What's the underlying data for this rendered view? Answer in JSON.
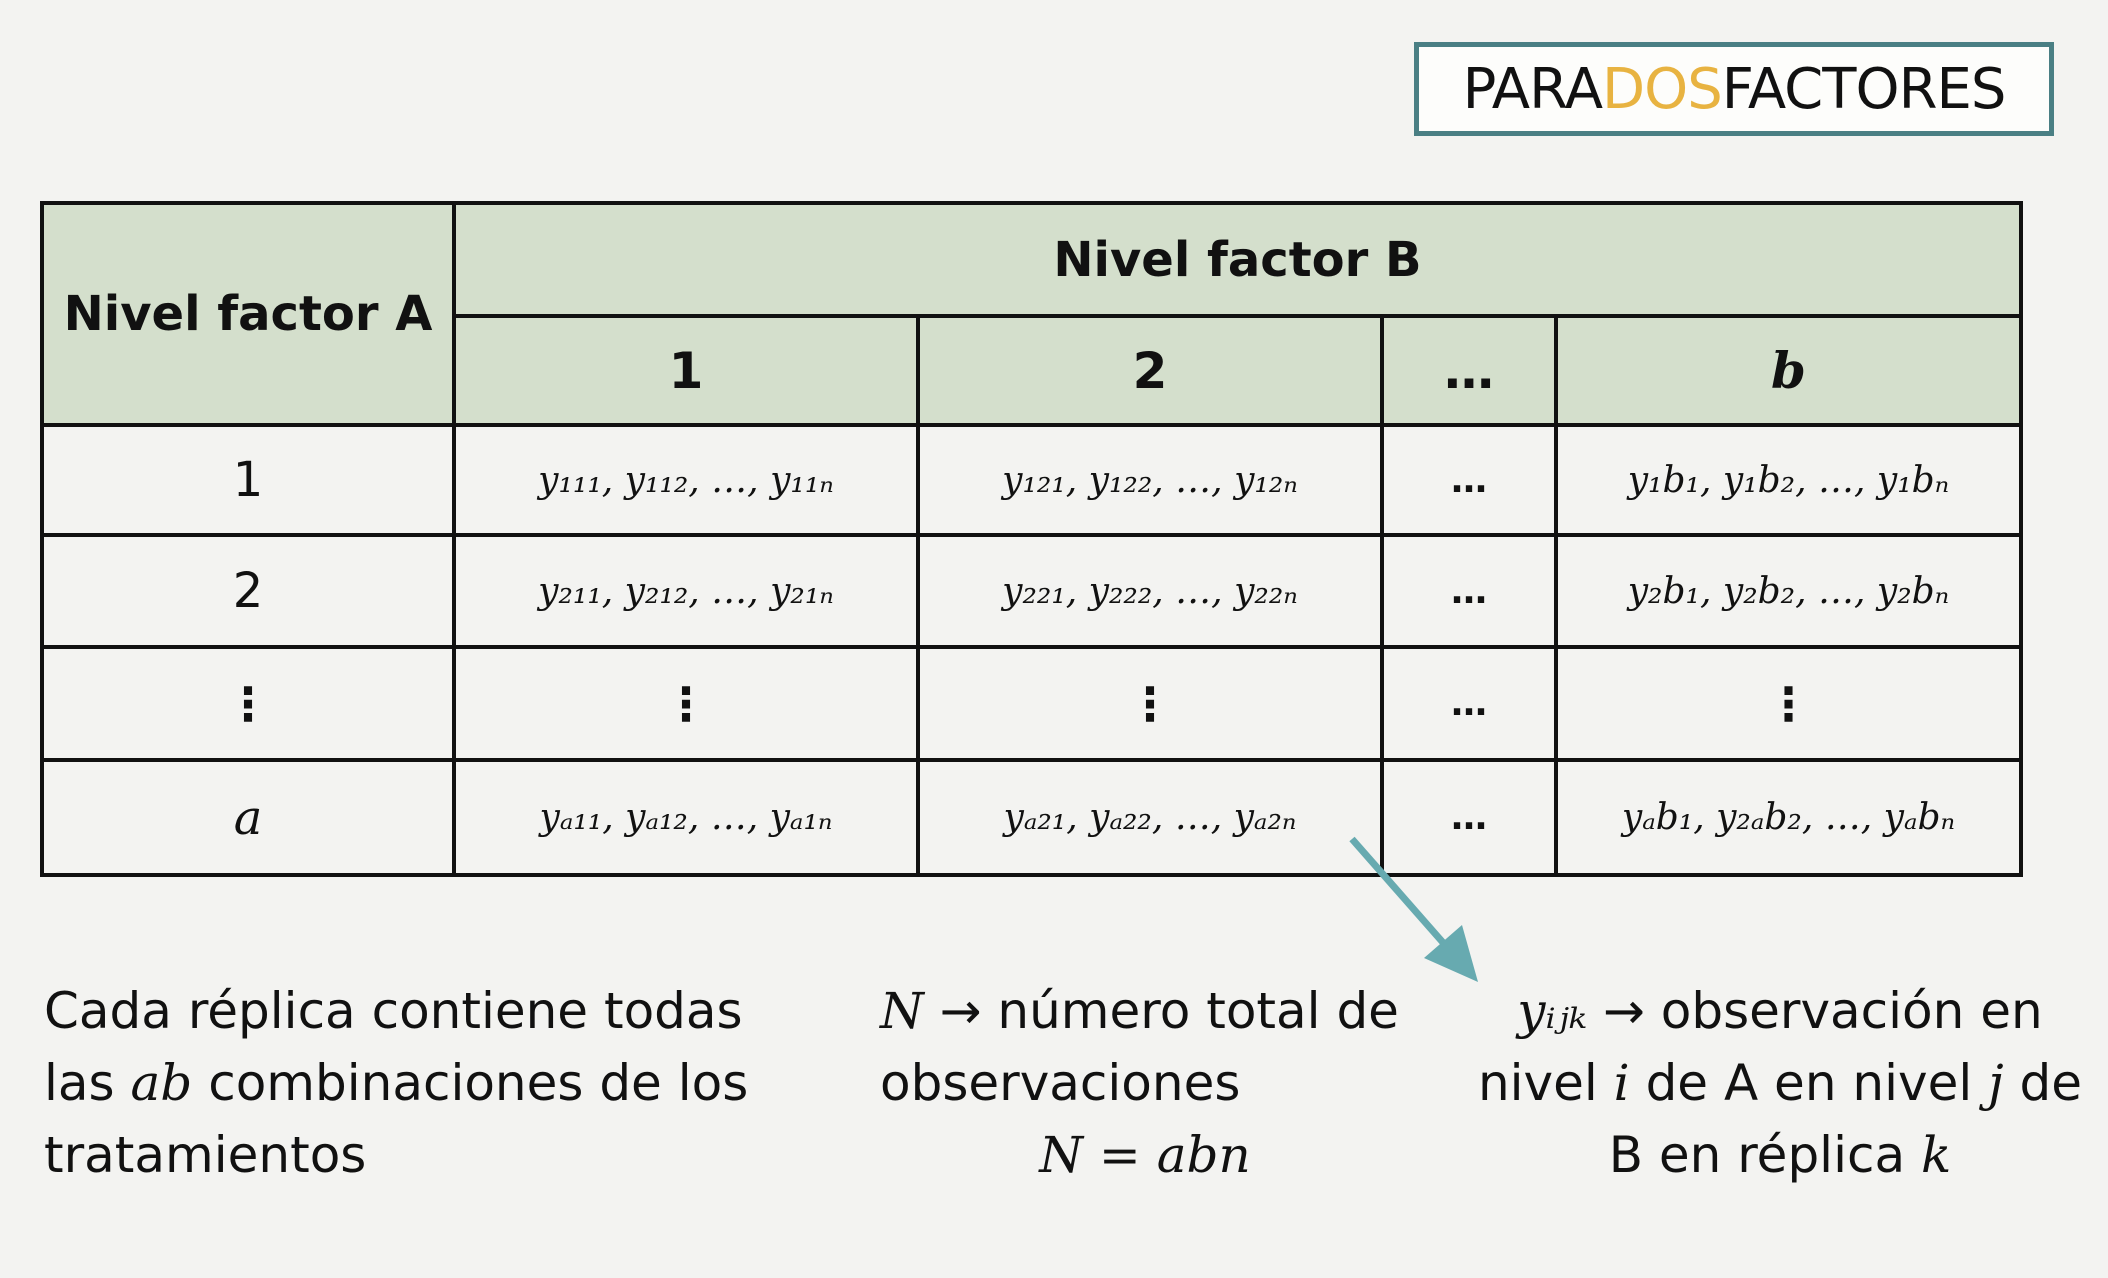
{
  "title": {
    "pre": "PARA ",
    "accent": "DOS",
    "post": " FACTORES",
    "accent_color": "#e8b341"
  },
  "table": {
    "header_a": "Nivel factor A",
    "header_b": "Nivel factor B",
    "col_levels": [
      "1",
      "2",
      "…",
      "b"
    ],
    "rows": [
      {
        "label": "1",
        "cells": [
          "y₁₁₁, y₁₁₂, …, y₁₁ₙ",
          "y₁₂₁, y₁₂₂, …, y₁₂ₙ",
          "…",
          "y₁b₁, y₁b₂, …, y₁bₙ"
        ]
      },
      {
        "label": "2",
        "cells": [
          "y₂₁₁, y₂₁₂, …, y₂₁ₙ",
          "y₂₂₁, y₂₂₂, …, y₂₂ₙ",
          "…",
          "y₂b₁, y₂b₂, …, y₂bₙ"
        ]
      },
      {
        "label": "⋮",
        "cells": [
          "⋮",
          "⋮",
          "…",
          "⋮"
        ]
      },
      {
        "label": "a",
        "cells": [
          "yₐ₁₁, yₐ₁₂, …, yₐ₁ₙ",
          "yₐ₂₁, yₐ₂₂, …, yₐ₂ₙ",
          "…",
          "yₐb₁, y₂ₐb₂, …, yₐbₙ"
        ]
      }
    ]
  },
  "notes": {
    "left": {
      "p1": "Cada réplica contiene todas las ",
      "var": "ab",
      "p2": " combinaciones de los tratamientos"
    },
    "middle": {
      "var": "N",
      "text": " → número total de observaciones",
      "equation": "N = abn"
    },
    "right": {
      "var": "yᵢⱼₖ",
      "t1": " → observación en nivel ",
      "v_i": "i",
      "t2": " de A en nivel ",
      "v_j": "j",
      "t3": " de B en réplica ",
      "v_k": "k"
    }
  },
  "colors": {
    "header_bg": "#d4dfcc",
    "arrow": "#67aab0",
    "title_border": "#4a7f84"
  }
}
